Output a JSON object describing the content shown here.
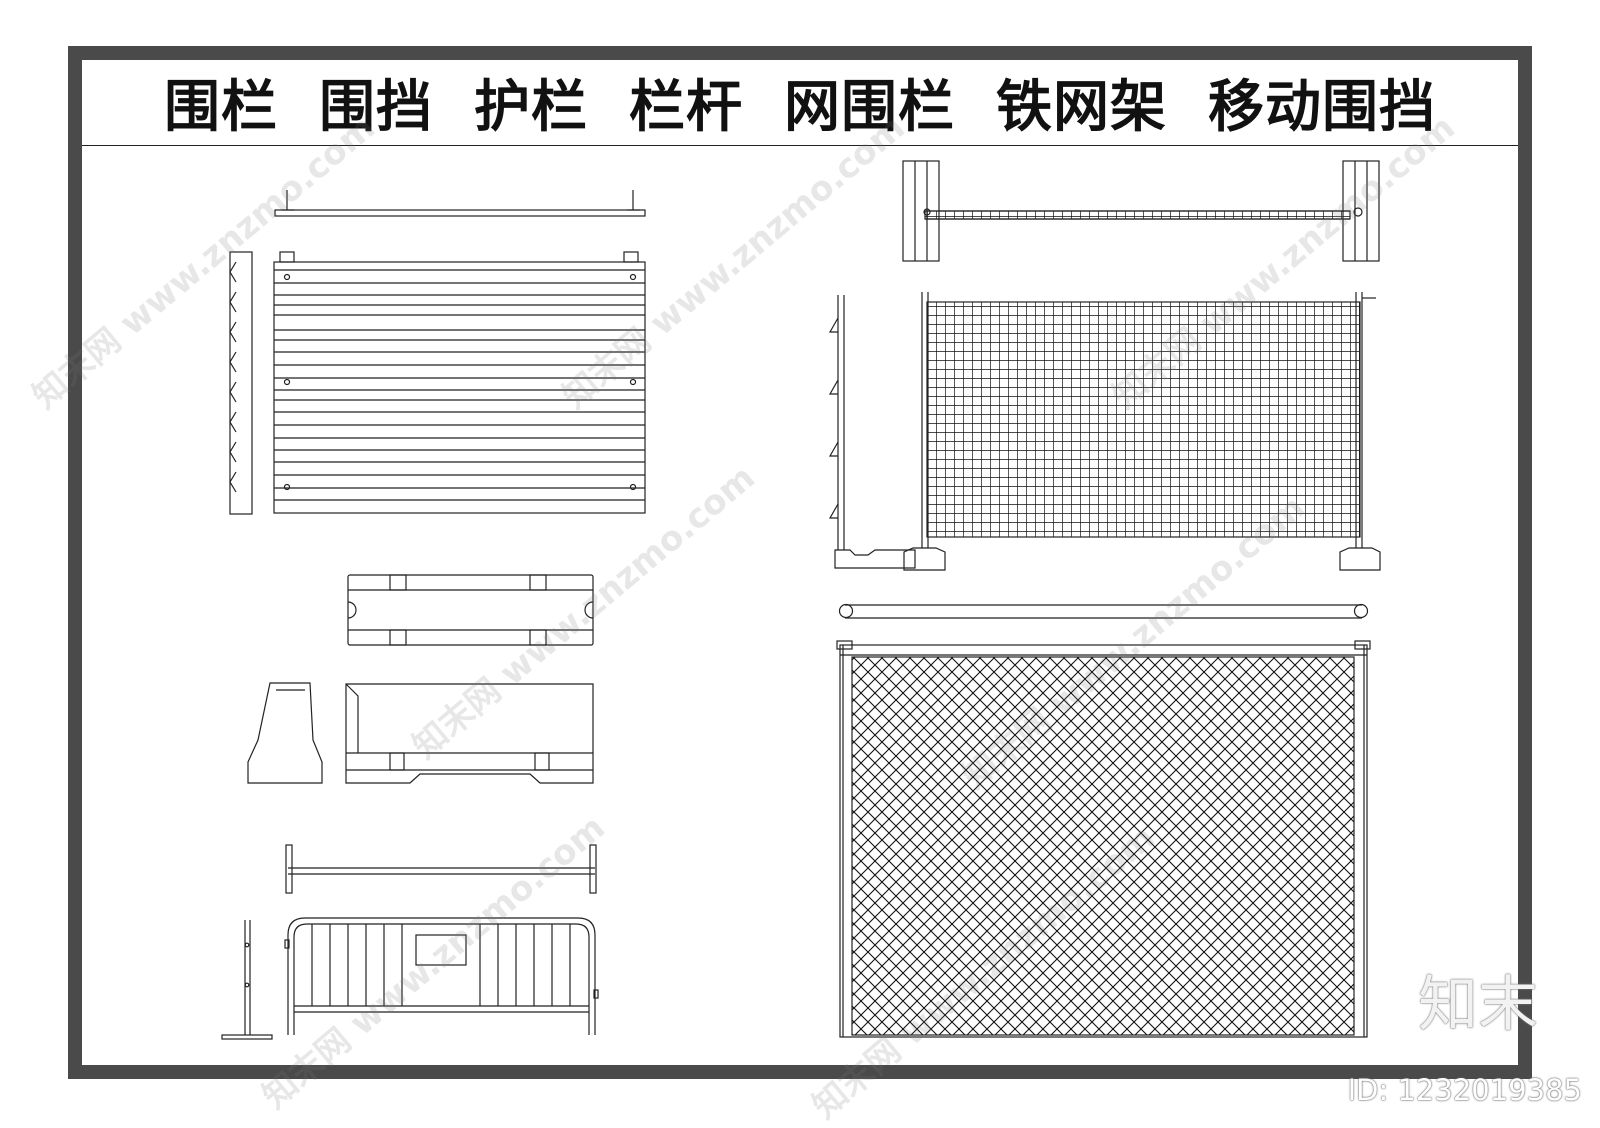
{
  "title": "围栏  围挡  护栏  栏杆  网围栏  铁网架  移动围挡",
  "watermark": {
    "site": "www.znzmo.com",
    "cn": "知末网"
  },
  "brand": {
    "logo": "知末",
    "id": "ID: 1232019385"
  },
  "colors": {
    "frame": "#4a4a4a",
    "line": "#222222",
    "wm": "#bbbbbb"
  }
}
